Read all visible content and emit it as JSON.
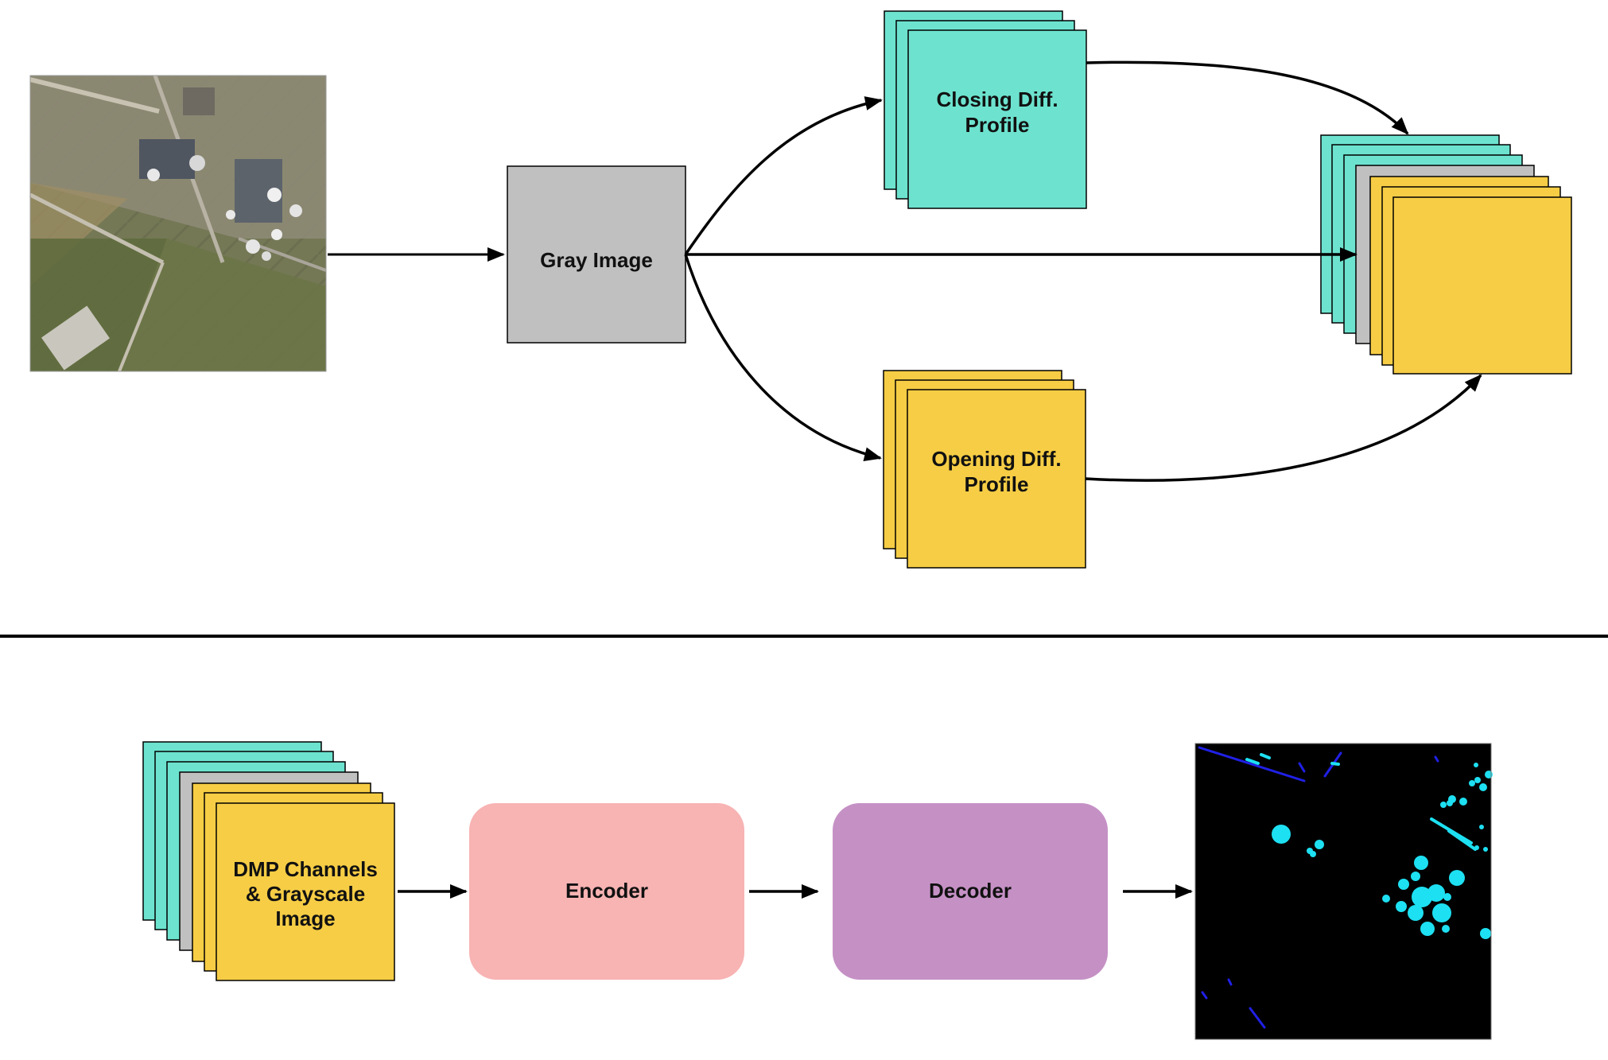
{
  "colors": {
    "teal": "#6de3cf",
    "gray": "#c0c0c0",
    "yellow": "#f6cd45",
    "pink": "#f8b3b3",
    "purple": "#c591c5",
    "arrow": "#000000",
    "mask_background": "#000000",
    "mask_cyan": "#1de0f2",
    "mask_blue": "#2020e6"
  },
  "top": {
    "input_image": {
      "kind": "aerial satellite photo of industrial area",
      "icon": "satellite-image"
    },
    "gray_image": {
      "label": "Gray Image"
    },
    "closing_profile": {
      "line1": "Closing Diff.",
      "line2": "Profile"
    },
    "opening_profile": {
      "line1": "Opening Diff.",
      "line2": "Profile"
    },
    "stacked_output": {
      "kind": "stack of closing, gray and opening channels"
    }
  },
  "bottom": {
    "input_stack": {
      "line1": "DMP Channels",
      "line2": "& Grayscale",
      "line3": "Image"
    },
    "encoder": {
      "label": "Encoder"
    },
    "decoder": {
      "label": "Decoder"
    },
    "output_mask": {
      "kind": "segmentation mask",
      "icon": "segmentation-mask"
    }
  }
}
